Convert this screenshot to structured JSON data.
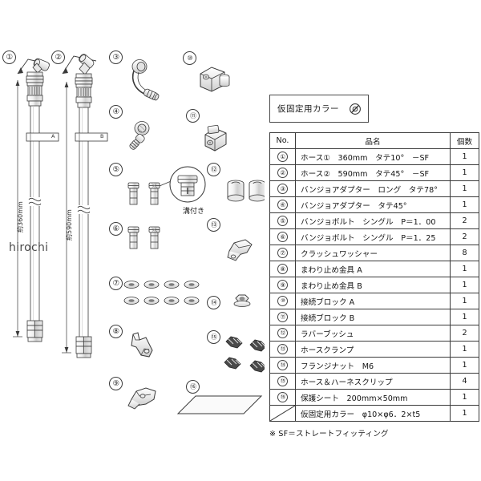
{
  "document": {
    "type": "parts-diagram",
    "watermark": "hirochi"
  },
  "diagram": {
    "callouts": [
      {
        "id": "1",
        "label": "①"
      },
      {
        "id": "2",
        "label": "②"
      },
      {
        "id": "3",
        "label": "③"
      },
      {
        "id": "4",
        "label": "④"
      },
      {
        "id": "5",
        "label": "⑤"
      },
      {
        "id": "6",
        "label": "⑥"
      },
      {
        "id": "7",
        "label": "⑦"
      },
      {
        "id": "8",
        "label": "⑧"
      },
      {
        "id": "9",
        "label": "⑨"
      },
      {
        "id": "10",
        "label": "⑩"
      },
      {
        "id": "11",
        "label": "⑪"
      },
      {
        "id": "12",
        "label": "⑫"
      },
      {
        "id": "13",
        "label": "⑬"
      },
      {
        "id": "14",
        "label": "⑭"
      },
      {
        "id": "15",
        "label": "⑮"
      },
      {
        "id": "16",
        "label": "⑯"
      }
    ],
    "hose1_dimension": "約360mm",
    "hose2_dimension": "約590mm",
    "hose1_tag": "A",
    "hose2_tag": "B",
    "groove_note": "溝付き"
  },
  "collar_box": {
    "label": "仮固定用カラー",
    "icon": "collar-washer-icon"
  },
  "table": {
    "headers": {
      "no": "No.",
      "name": "品名",
      "qty": "個数"
    },
    "rows": [
      {
        "no": "①",
        "name": "ホース①　360mm　タテ10°　－SF",
        "qty": "1"
      },
      {
        "no": "②",
        "name": "ホース②　590mm　タテ45°　－SF",
        "qty": "1"
      },
      {
        "no": "③",
        "name": "バンジョアダプター　ロング　タテ78°",
        "qty": "1"
      },
      {
        "no": "④",
        "name": "バンジョアダプター　タテ45°",
        "qty": "1"
      },
      {
        "no": "⑤",
        "name": "バンジョボルト　シングル　P＝1．00",
        "qty": "2"
      },
      {
        "no": "⑥",
        "name": "バンジョボルト　シングル　P＝1．25",
        "qty": "2"
      },
      {
        "no": "⑦",
        "name": "クラッシュワッシャー",
        "qty": "8"
      },
      {
        "no": "⑧",
        "name": "まわり止め金具 A",
        "qty": "1"
      },
      {
        "no": "⑨",
        "name": "まわり止め金具 B",
        "qty": "1"
      },
      {
        "no": "⑩",
        "name": "接続ブロック A",
        "qty": "1"
      },
      {
        "no": "⑪",
        "name": "接続ブロック B",
        "qty": "1"
      },
      {
        "no": "⑫",
        "name": "ラバーブッシュ",
        "qty": "2"
      },
      {
        "no": "⑬",
        "name": "ホースクランプ",
        "qty": "1"
      },
      {
        "no": "⑭",
        "name": "フランジナット　M6",
        "qty": "1"
      },
      {
        "no": "⑮",
        "name": "ホース＆ハーネスクリップ",
        "qty": "4"
      },
      {
        "no": "⑯",
        "name": "保護シート　200mm×50mm",
        "qty": "1"
      },
      {
        "no": "",
        "name": "仮固定用カラー　φ10×φ6．2×t5",
        "qty": "1",
        "slash": true
      }
    ],
    "footnote": "※ SF＝ストレートフィッティング"
  },
  "colors": {
    "line": "#3a3a3a",
    "fill": "#ffffff",
    "shade": "#d9d9d9",
    "text": "#141414"
  }
}
